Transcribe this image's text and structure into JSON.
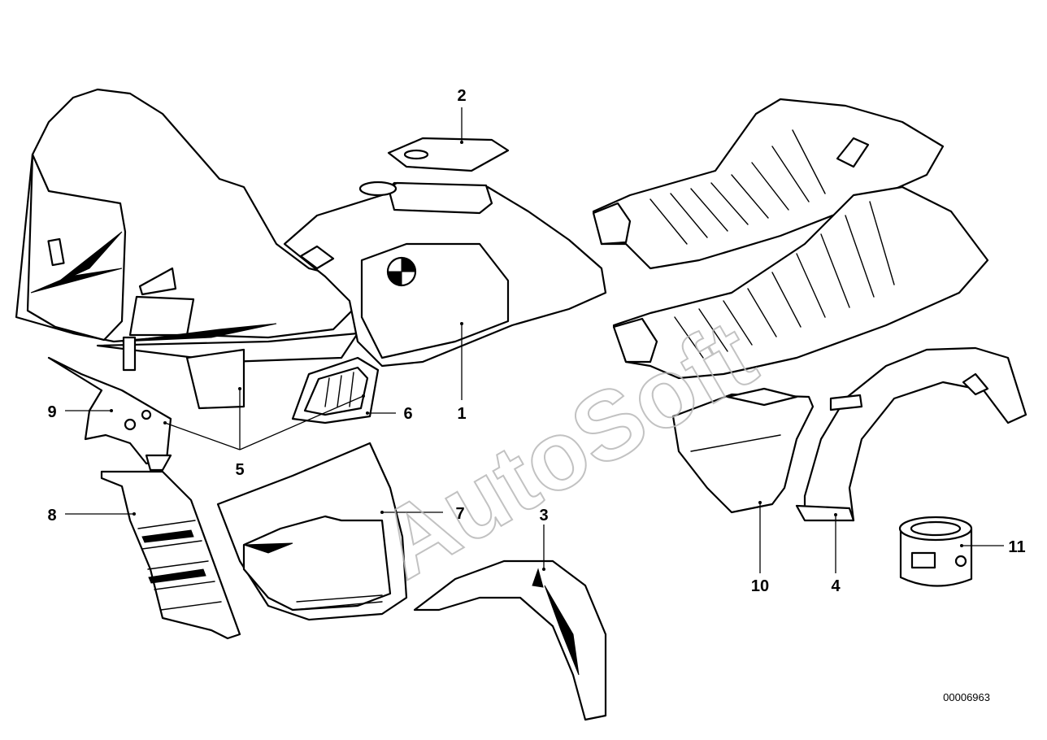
{
  "diagram": {
    "reference_number": "00006963",
    "watermark": "AutoSoft",
    "callouts": [
      {
        "id": "1",
        "label": "1"
      },
      {
        "id": "2",
        "label": "2"
      },
      {
        "id": "3",
        "label": "3"
      },
      {
        "id": "4",
        "label": "4"
      },
      {
        "id": "5",
        "label": "5"
      },
      {
        "id": "6",
        "label": "6"
      },
      {
        "id": "7",
        "label": "7"
      },
      {
        "id": "8",
        "label": "8"
      },
      {
        "id": "9",
        "label": "9"
      },
      {
        "id": "10",
        "label": "10"
      },
      {
        "id": "11",
        "label": "11"
      }
    ],
    "colors": {
      "line": "#000000",
      "background": "#ffffff",
      "watermark": "#b8b8b8"
    }
  }
}
